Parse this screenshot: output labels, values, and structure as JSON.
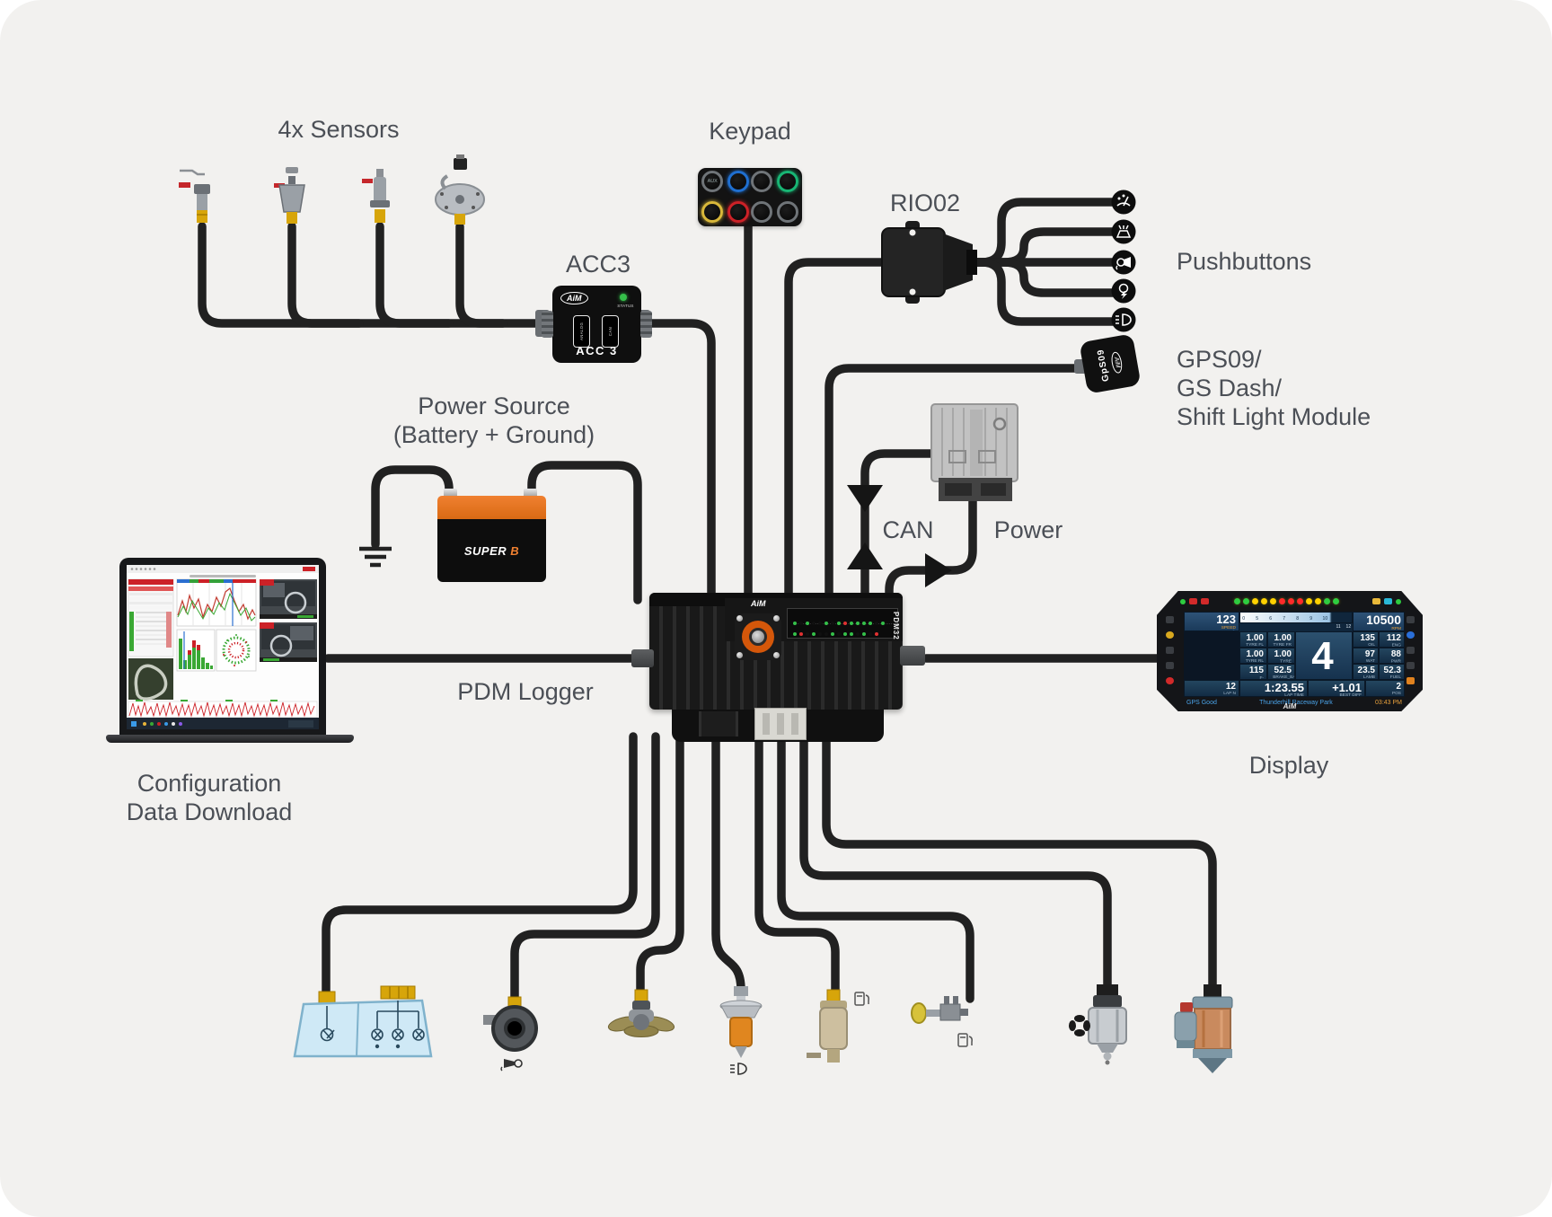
{
  "page": {
    "background": "#f2f1ef",
    "corner_radius": 46
  },
  "colors": {
    "wire": "#212121",
    "label_text": "#4b4f56",
    "accent_orange": "#e8731c",
    "led_green": "#35c04a",
    "led_red": "#e03131",
    "keypad_rings": [
      "#6f7478",
      "#1f6fd0",
      "#6f7478",
      "#18b574",
      "#d9b83a",
      "#cc2127",
      "#6f7478",
      "#6f7478"
    ]
  },
  "labels": {
    "sensors": "4x Sensors",
    "keypad": "Keypad",
    "rio02": "RIO02",
    "pushbuttons": "Pushbuttons",
    "acc3": "ACC3",
    "gps_line1": "GPS09/",
    "gps_line2": "GS Dash/",
    "gps_line3": "Shift Light Module",
    "power_source_line1": "Power Source",
    "power_source_line2": "(Battery + Ground)",
    "can": "CAN",
    "power": "Power",
    "pdm_logger": "PDM Logger",
    "config_line1": "Configuration",
    "config_line2": "Data Download",
    "display": "Display"
  },
  "acc3_device": {
    "brand": "AiM",
    "status_label": "STATUS",
    "port_analog": "ANALOG",
    "port_can": "CAN",
    "model": "ACC 3"
  },
  "keypad_device": {
    "button1_label": "AUX"
  },
  "pushbutton_icons": [
    "wiper",
    "windshield-washer",
    "horn",
    "ignition",
    "low-beam"
  ],
  "gps_device": {
    "model": "GpS09",
    "brand": "AiM"
  },
  "battery": {
    "brand": "SUPER",
    "brand_suffix": "B"
  },
  "pdm_device": {
    "brand": "AiM",
    "model": "PDM32",
    "led_row1": [
      "#35c04a",
      "#101010",
      "#35c04a",
      "#101010",
      "#101010",
      "#35c04a",
      "#101010",
      "#35c04a",
      "#e03131",
      "#35c04a",
      "#35c04a",
      "#35c04a",
      "#35c04a",
      "#101010",
      "#35c04a"
    ],
    "led_row2": [
      "#35c04a",
      "#e03131",
      "#101010",
      "#35c04a",
      "#101010",
      "#101010",
      "#35c04a",
      "#101010",
      "#35c04a",
      "#35c04a",
      "#101010",
      "#35c04a",
      "#101010",
      "#e03131"
    ]
  },
  "display_device": {
    "brand": "AiM",
    "shift_leds": [
      "#2ecc40",
      "#2ecc40",
      "#ffd000",
      "#ffd000",
      "#ffd000",
      "#ff2a2a",
      "#ff2a2a",
      "#ff2a2a",
      "#ffd000",
      "#ffd000",
      "#2ecc40",
      "#2ecc40"
    ],
    "speed": {
      "value": "123",
      "label": "SPEED",
      "unit": "Km/h"
    },
    "rpm": {
      "value": "10500",
      "label": "RPM",
      "scale": [
        "0",
        "5",
        "6",
        "7",
        "8",
        "9",
        "10",
        "11",
        "12"
      ]
    },
    "gear": "4",
    "cells": [
      {
        "value": "1.00",
        "label": "TYRE FL",
        "unit": "bar"
      },
      {
        "value": "1.00",
        "label": "TYRE FR",
        "unit": "bar"
      },
      {
        "value": "1.00",
        "label": "TYRE RL",
        "unit": "bar"
      },
      {
        "value": "1.00",
        "label": "TYRE RR",
        "unit": "bar"
      },
      {
        "value": "115",
        "label": "F-BRAKE-P",
        "unit": "bar"
      },
      {
        "value": "52.5",
        "label": "BRAKE_BAL",
        "unit": "%"
      },
      {
        "value": "135",
        "label": "OIL",
        "unit": "°C"
      },
      {
        "value": "112",
        "label": "ENG OIL",
        "unit": "°C"
      },
      {
        "value": "97",
        "label": "WAT",
        "unit": "°C"
      },
      {
        "value": "88",
        "label": "PWR WAT",
        "unit": "°C"
      },
      {
        "value": "23.5",
        "label": "LAMB",
        "unit": ""
      },
      {
        "value": "52.3",
        "label": "FUEL",
        "unit": "Kg"
      }
    ],
    "bottom_cells": [
      {
        "value": "12",
        "label": "LAP N"
      },
      {
        "value": "1:23.55",
        "label": "LAP TIME"
      },
      {
        "value": "+1.01",
        "label": "BEST DIFF"
      },
      {
        "value": "2",
        "label": "POS"
      }
    ],
    "status": {
      "left": "GPS Good",
      "center": "Thunderhill Raceway Park",
      "right": "03:43 PM"
    }
  },
  "bottom_devices": [
    "light-cluster",
    "horn",
    "radiator-fan",
    "headlight-bulb",
    "fuel-pump",
    "injector",
    "water-pump",
    "starter-motor"
  ]
}
